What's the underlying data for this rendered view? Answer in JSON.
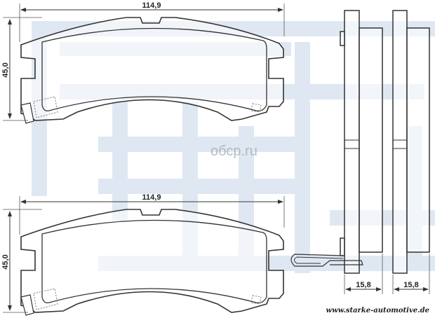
{
  "drawing": {
    "top_pad": {
      "width_label": "114,9",
      "height_label": "45,0"
    },
    "bottom_pad": {
      "width_label": "114,9",
      "height_label": "45,0"
    },
    "side_views": [
      {
        "thickness_label": "15,8"
      },
      {
        "thickness_label": "15,8"
      }
    ]
  },
  "footer": {
    "website": "www.starke-automotive.de"
  },
  "watermark": {
    "text": "обср.ru"
  },
  "colors": {
    "logo_bg": "#dfe8f2",
    "line": "#333333"
  }
}
